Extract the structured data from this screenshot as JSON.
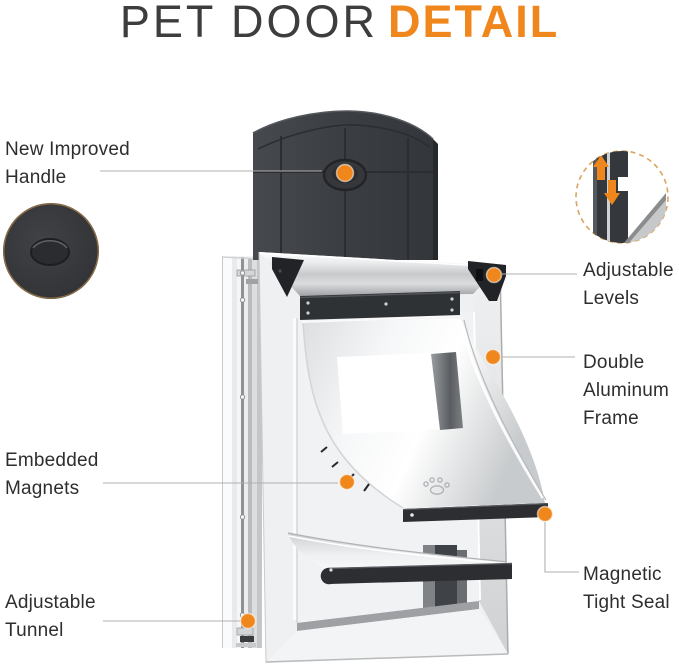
{
  "title": {
    "main": "PET DOOR",
    "accent": "DETAIL"
  },
  "callouts": {
    "handle": {
      "line1": "New Improved",
      "line2": "Handle"
    },
    "levels": {
      "line1": "Adjustable",
      "line2": "Levels"
    },
    "frame": {
      "line1": "Double",
      "line2": "Aluminum",
      "line3": "Frame"
    },
    "magnets": {
      "line1": "Embedded",
      "line2": "Magnets"
    },
    "seal": {
      "line1": "Magnetic",
      "line2": "Tight Seal"
    },
    "tunnel": {
      "line1": "Adjustable",
      "line2": "Tunnel"
    }
  },
  "icons": {
    "handle_inset": "handle-zoom-circle",
    "levels_inset": "height-adjust-arrows-icon",
    "paw": "paw-print-emboss",
    "callout_dot": "orange-marker-dot"
  },
  "colors": {
    "accent": "#F0871D",
    "panel_dark": "#3A3D41",
    "strip_black": "#2C2E31",
    "label_text": "#2E2E2E",
    "leader_line": "#B0B0B0",
    "frame_silver": "#D8DADC"
  }
}
